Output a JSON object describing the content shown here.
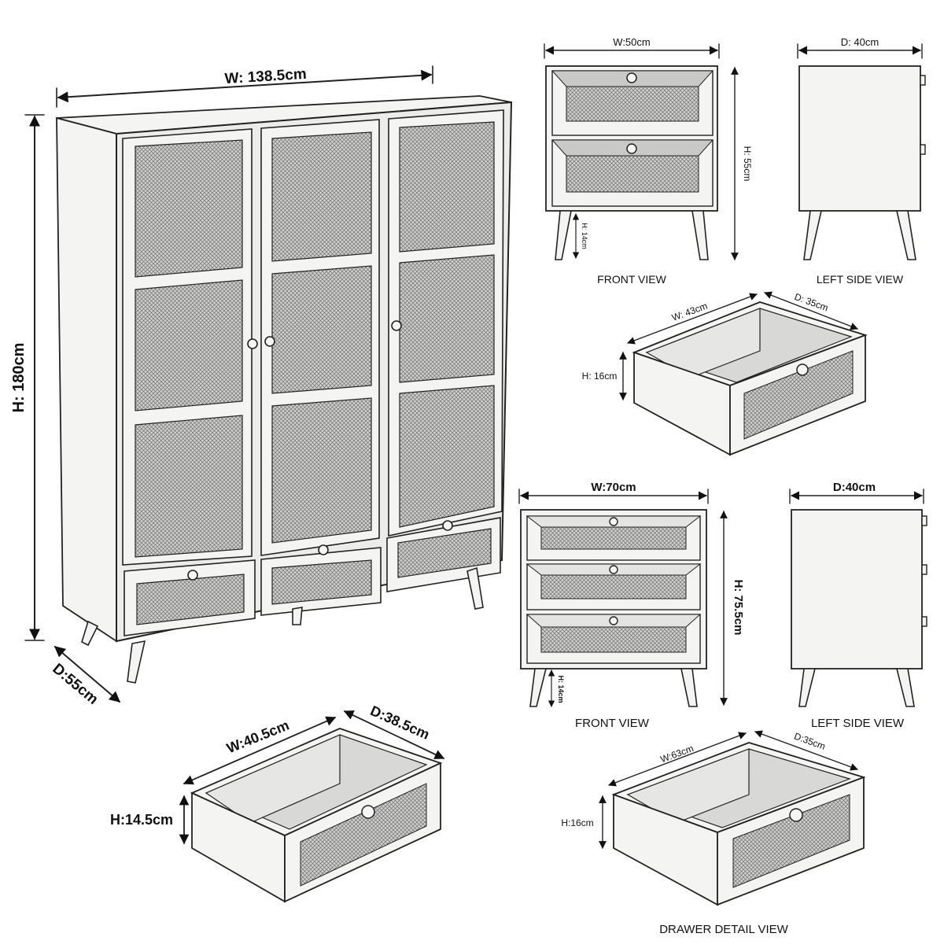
{
  "colors": {
    "line": "#222222",
    "panel": "#f4f4f2",
    "rattan": "#b9b9b7",
    "inside": "#d8d8d6"
  },
  "cabinet": {
    "width": "W: 138.5cm",
    "height": "H: 180cm",
    "depth": "D:55cm"
  },
  "bedside_small": {
    "front_width": "W:50cm",
    "side_depth": "D: 40cm",
    "height": "H: 55cm",
    "leg_height": "H: 14cm",
    "front_view_caption": "FRONT VIEW",
    "side_view_caption": "LEFT SIDE VIEW"
  },
  "drawer_small": {
    "width": "W: 43cm",
    "depth": "D: 35cm",
    "height": "H: 16cm"
  },
  "chest_three": {
    "front_width": "W:70cm",
    "side_depth": "D:40cm",
    "height": "H: 75.5cm",
    "leg_height": "H: 14cm",
    "front_view_caption": "FRONT VIEW",
    "side_view_caption": "LEFT SIDE VIEW"
  },
  "drawer_chest": {
    "width": "W:63cm",
    "depth": "D:35cm",
    "height": "H:16cm",
    "caption": "DRAWER DETAIL VIEW"
  },
  "drawer_cabinet": {
    "width": "W:40.5cm",
    "depth": "D:38.5cm",
    "height": "H:14.5cm"
  }
}
